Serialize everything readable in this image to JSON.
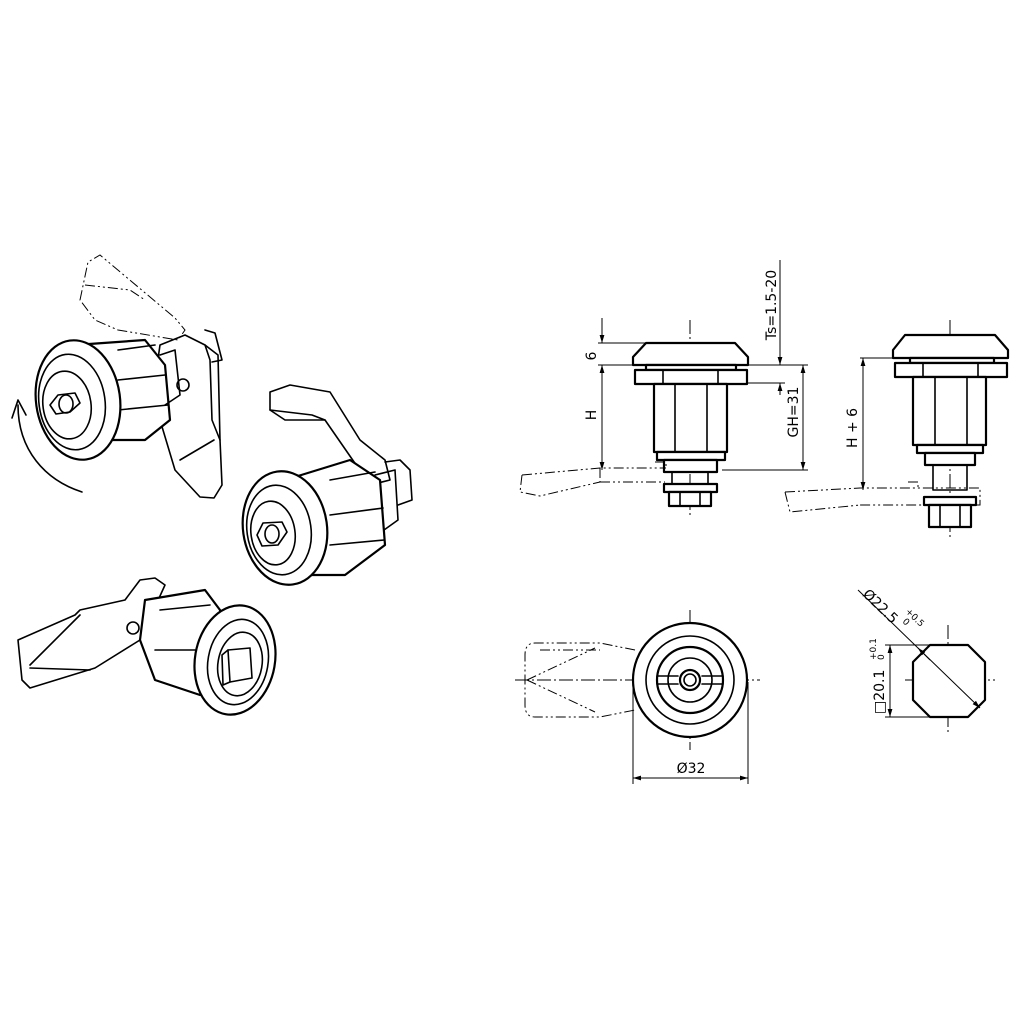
{
  "drawing": {
    "title": "Cam lock / quarter-turn lever latch technical drawing",
    "isometric_views": [
      {
        "name": "lever-latch-rotating",
        "note": "rotation arrow, lever shown in phantom alternate position"
      },
      {
        "name": "lever-latch-slot-insert"
      },
      {
        "name": "lever-latch-square-insert"
      }
    ],
    "dimensions": {
      "head_height": "6",
      "height": "H",
      "height_alt": "H + 6",
      "grip_height": "GH=31",
      "panel_thickness": "Ts=1.5-20",
      "outer_diameter": "Ø32",
      "cutout_diameter": "Ø22.5",
      "cutout_diameter_tol_upper": "+0.5",
      "cutout_diameter_tol_lower": "0",
      "cutout_square": "□20.1",
      "cutout_square_tol_upper": "+0.1",
      "cutout_square_tol_lower": "0"
    },
    "colors": {
      "line": "#000000",
      "background": "#ffffff"
    }
  }
}
